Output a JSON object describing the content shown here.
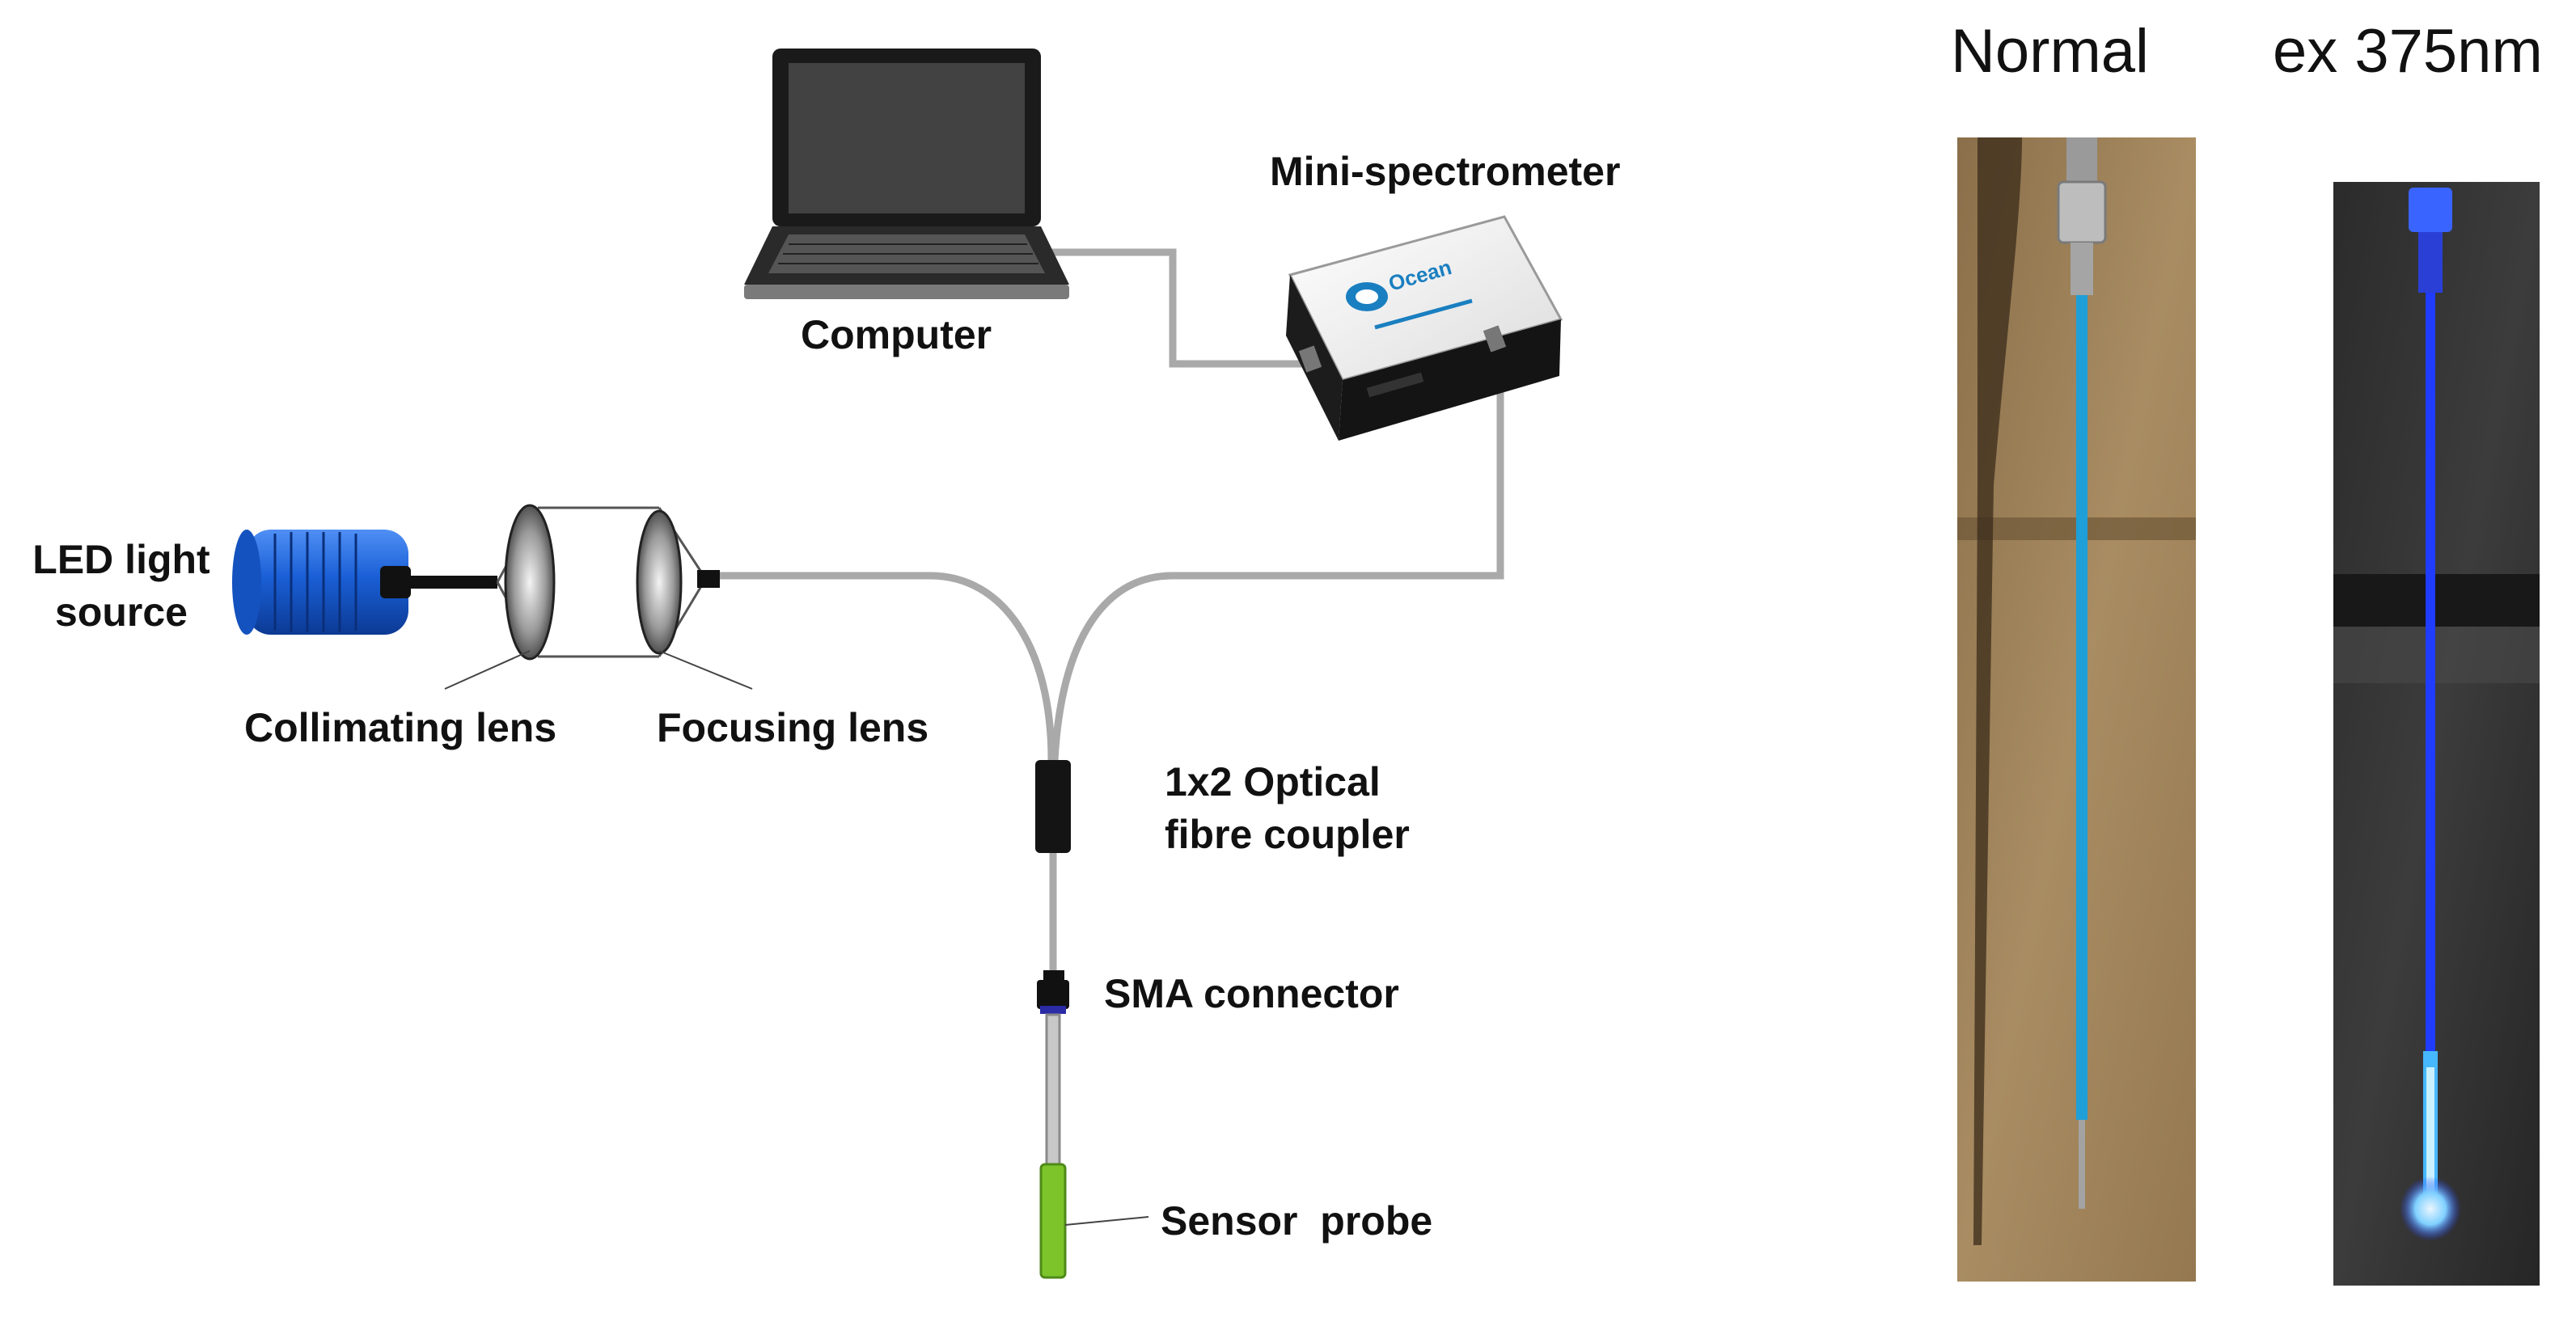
{
  "diagram": {
    "labels": {
      "computer": "Computer",
      "mini_spectrometer": "Mini-spectrometer",
      "led_line1": "LED light",
      "led_line2": "source",
      "collimating_lens": "Collimating lens",
      "focusing_lens": "Focusing lens",
      "coupler_line1": "1x2 Optical",
      "coupler_line2": "fibre coupler",
      "sma_connector": "SMA connector",
      "sensor_probe": "Sensor  probe"
    },
    "spectrometer_brand": "Ocean",
    "colors": {
      "fiber": "#a9a9a9",
      "led_blue": "#1a5fd6",
      "probe_green": "#7cc42a",
      "fiber_blue": "#1e9fd8",
      "glow_blue": "#1f3cff"
    }
  },
  "photos": {
    "normal_title": "Normal",
    "excited_title": "ex 375nm"
  }
}
